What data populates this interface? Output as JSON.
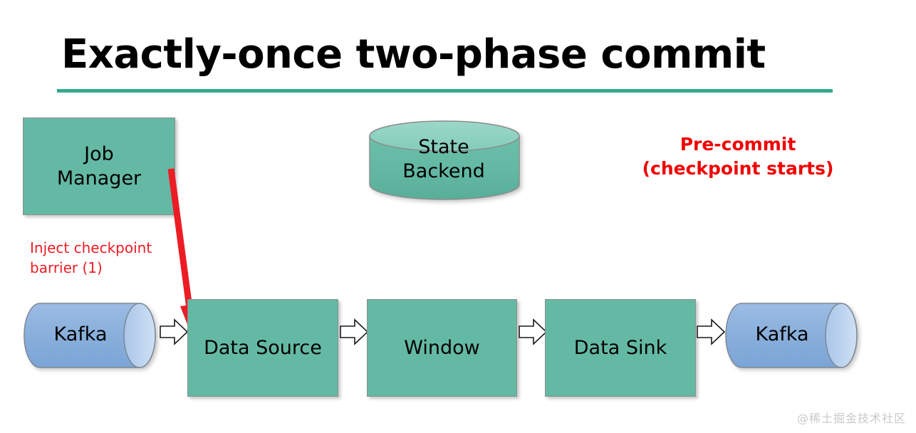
{
  "slide": {
    "title": "Exactly-once two-phase commit",
    "rule_color": "#36A990",
    "background": "#ffffff"
  },
  "nodes": {
    "job_manager": {
      "label": "Job\nManager",
      "shape": "rectangle",
      "fill": "#64B9A4"
    },
    "state_backend": {
      "label": "State\nBackend",
      "shape": "cylinder",
      "fill": "#64B9A4",
      "top_fill": "#8FD0BF"
    },
    "kafka_source": {
      "label": "Kafka",
      "shape": "cylinder",
      "fill": "#8BB0DD",
      "cap_fill": "#C3D8EF"
    },
    "data_source": {
      "label": "Data Source",
      "shape": "rectangle",
      "fill": "#64B9A4"
    },
    "window": {
      "label": "Window",
      "shape": "rectangle",
      "fill": "#64B9A4"
    },
    "data_sink": {
      "label": "Data Sink",
      "shape": "rectangle",
      "fill": "#64B9A4"
    },
    "kafka_sink": {
      "label": "Kafka",
      "shape": "cylinder",
      "fill": "#8BB0DD",
      "cap_fill": "#C3D8EF"
    }
  },
  "connectors": {
    "flow_arrows": [
      {
        "name": "kafka-source-to-data-source",
        "style": "white-block-arrow"
      },
      {
        "name": "data-source-to-window",
        "style": "white-block-arrow"
      },
      {
        "name": "window-to-data-sink",
        "style": "white-block-arrow"
      },
      {
        "name": "data-sink-to-kafka-sink",
        "style": "white-block-arrow"
      }
    ],
    "barrier_arrow": {
      "name": "job-manager-to-data-source",
      "color": "#ED1C24",
      "style": "red-arrow"
    }
  },
  "annotations": {
    "inject_note": "Inject checkpoint\nbarrier (1)",
    "inject_note_color": "#ED1C24",
    "pre_commit_note": "Pre-commit\n(checkpoint starts)",
    "pre_commit_note_color": "#F00000"
  },
  "watermark": {
    "text": "@稀土掘金技术社区"
  }
}
